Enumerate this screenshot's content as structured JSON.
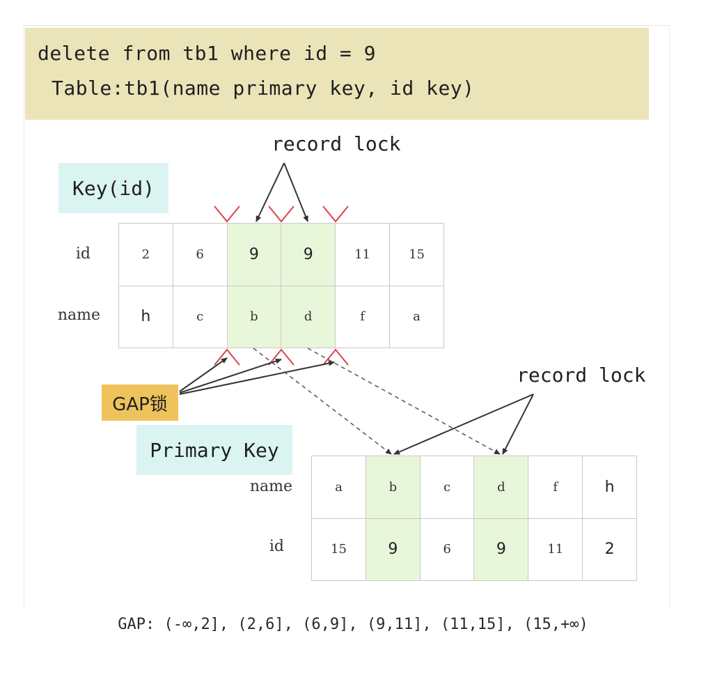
{
  "sql": {
    "statement": "delete from tb1 where id = 9",
    "table_desc": "Table:tb1(name primary key, id key)"
  },
  "labels": {
    "key_index": "Key(id)",
    "primary_key": "Primary Key",
    "gap_lock": "GAP锁",
    "record_lock_top": "record lock",
    "record_lock_bottom": "record lock"
  },
  "key_table": {
    "rows": [
      {
        "label": "id",
        "cells": [
          "2",
          "6",
          "9",
          "9",
          "11",
          "15"
        ]
      },
      {
        "label": "name",
        "cells": [
          "h",
          "c",
          "b",
          "d",
          "f",
          "a"
        ]
      }
    ],
    "highlighted_columns": [
      2,
      3
    ]
  },
  "pk_table": {
    "rows": [
      {
        "label": "name",
        "cells": [
          "a",
          "b",
          "c",
          "d",
          "f",
          "h"
        ]
      },
      {
        "label": "id",
        "cells": [
          "15",
          "9",
          "6",
          "9",
          "11",
          "2"
        ]
      }
    ],
    "highlighted_columns": [
      1,
      3
    ]
  },
  "gap_ranges": "GAP: (-∞,2], (2,6], (6,9], (9,11], (11,15], (15,+∞)",
  "colors": {
    "sql_bg": "#ebe4b8",
    "tag_bg": "#daf4f2",
    "gap_tag_bg": "#efc35c",
    "highlight": "#e8f7da",
    "gap_marker": "#d9434b"
  }
}
